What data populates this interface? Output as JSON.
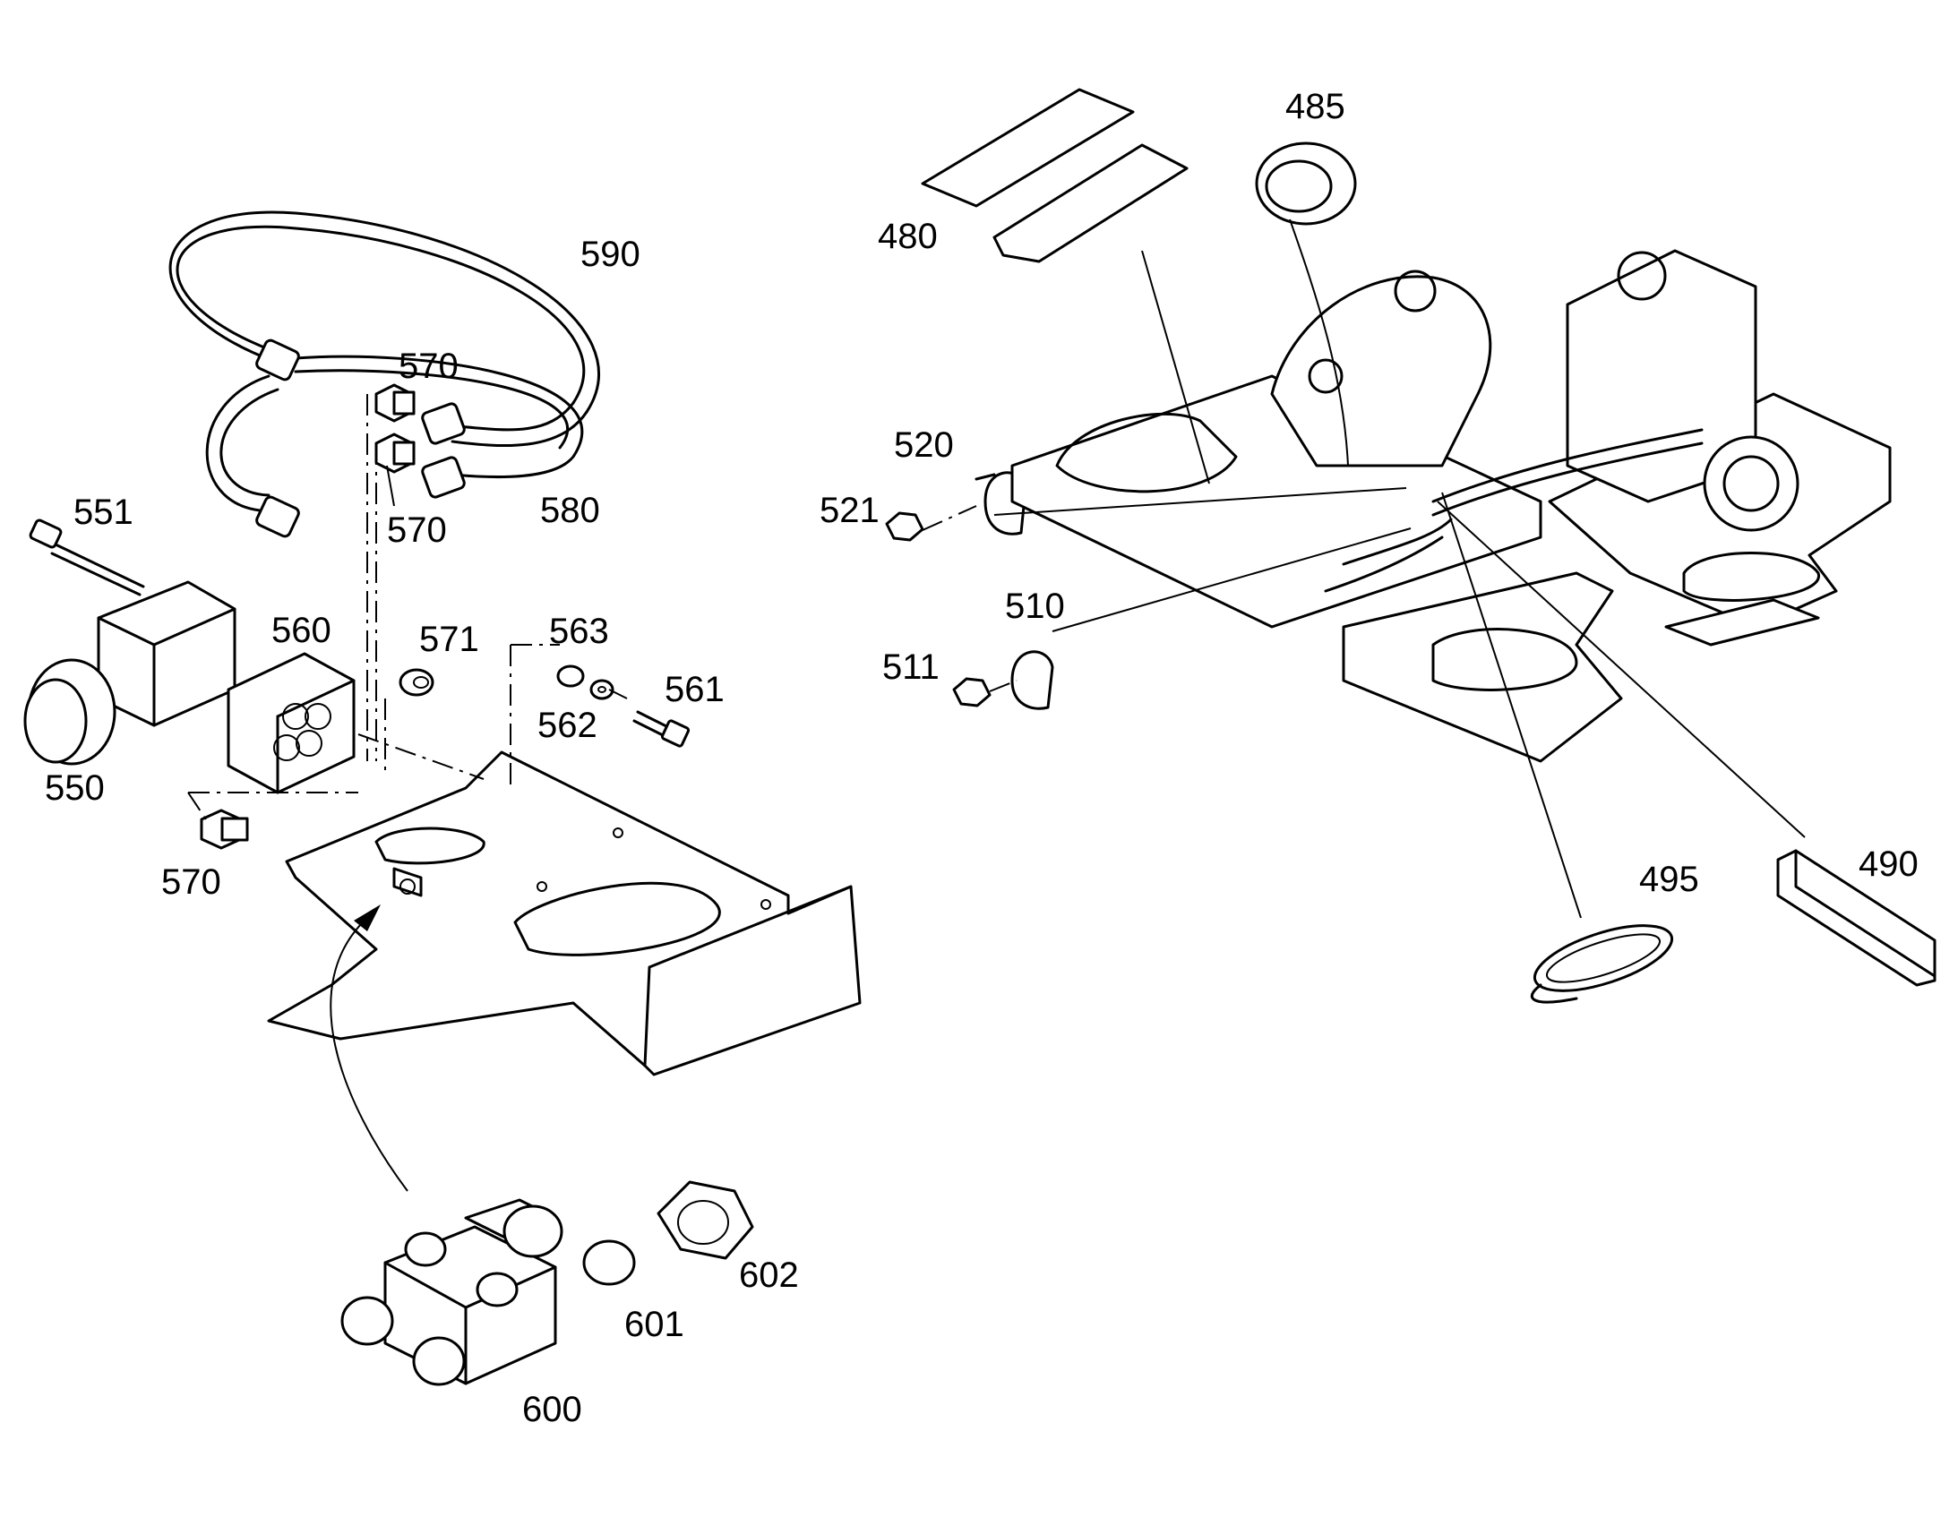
{
  "callouts": {
    "c480": "480",
    "c485": "485",
    "c490": "490",
    "c495": "495",
    "c510": "510",
    "c511": "511",
    "c520": "520",
    "c521": "521",
    "c550": "550",
    "c551": "551",
    "c560": "560",
    "c561": "561",
    "c562": "562",
    "c563": "563",
    "c570a": "570",
    "c570b": "570",
    "c570c": "570",
    "c571": "571",
    "c580": "580",
    "c590": "590",
    "c600": "600",
    "c601": "601",
    "c602": "602"
  }
}
